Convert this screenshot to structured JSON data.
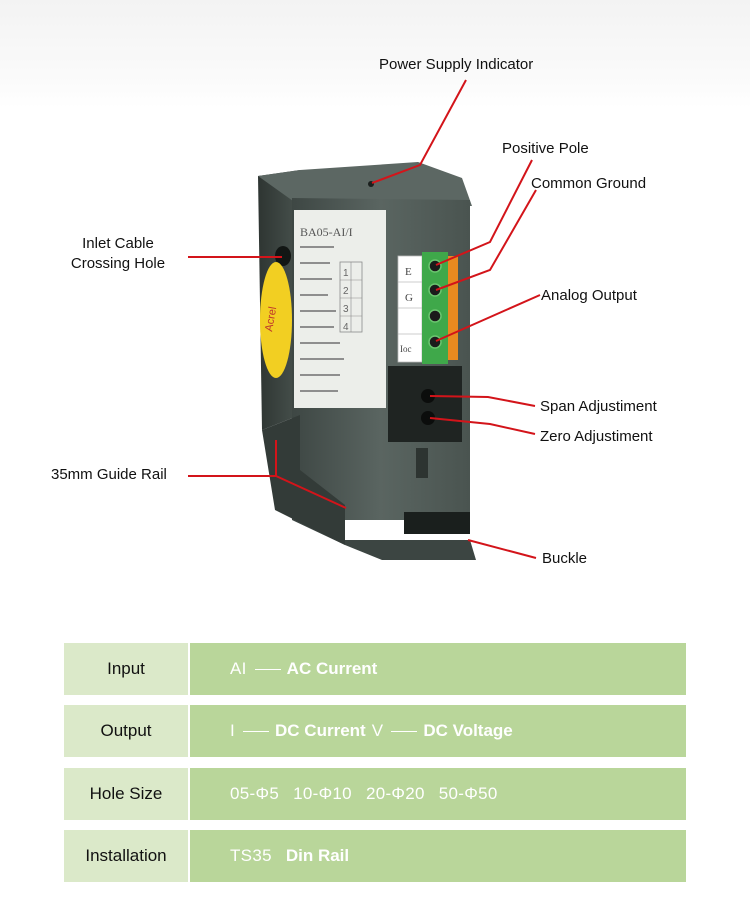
{
  "callouts": {
    "power_supply_indicator": "Power Supply Indicator",
    "positive_pole": "Positive Pole",
    "common_ground": "Common Ground",
    "inlet_cable_line1": "Inlet Cable",
    "inlet_cable_line2": "Crossing Hole",
    "analog_output": "Analog Output",
    "span_adjustment": "Span Adjustiment",
    "zero_adjustment": "Zero Adjustiment",
    "guide_rail": "35mm Guide Rail",
    "buckle": "Buckle"
  },
  "device_label": {
    "model": "BA05-AI/I",
    "terminals": [
      "E",
      "G",
      "",
      "Ioc"
    ],
    "numbers": [
      "1",
      "2",
      "3",
      "4"
    ],
    "brand": "Acrel"
  },
  "specs": [
    {
      "label": "Input",
      "parts": [
        {
          "text": "AI",
          "style": "thin",
          "sep": true
        },
        {
          "text": "AC Current",
          "style": "bold",
          "sep": false
        }
      ]
    },
    {
      "label": "Output",
      "parts": [
        {
          "text": "I",
          "style": "thin",
          "sep": true
        },
        {
          "text": "DC Current",
          "style": "bold",
          "sep": false
        },
        {
          "text": "V",
          "style": "thin",
          "sep": true
        },
        {
          "text": "DC Voltage",
          "style": "bold",
          "sep": false
        }
      ]
    },
    {
      "label": "Hole Size",
      "parts": [
        {
          "text": "05-Φ5",
          "style": "thin",
          "sep": false
        },
        {
          "text": "10-Φ10",
          "style": "thin",
          "sep": false
        },
        {
          "text": "20-Φ20",
          "style": "thin",
          "sep": false
        },
        {
          "text": "50-Φ50",
          "style": "thin",
          "sep": false
        }
      ]
    },
    {
      "label": "Installation",
      "parts": [
        {
          "text": "TS35",
          "style": "thin",
          "sep": false
        },
        {
          "text": "Din Rail",
          "style": "bold",
          "sep": false
        }
      ]
    }
  ],
  "colors": {
    "leader_line": "#d3141a",
    "label_cell": "#dbe9c9",
    "value_cell": "#b9d69a",
    "housing": "#4f5a56",
    "terminal": "#3fa84a",
    "terminal_side": "#e98a1f"
  }
}
